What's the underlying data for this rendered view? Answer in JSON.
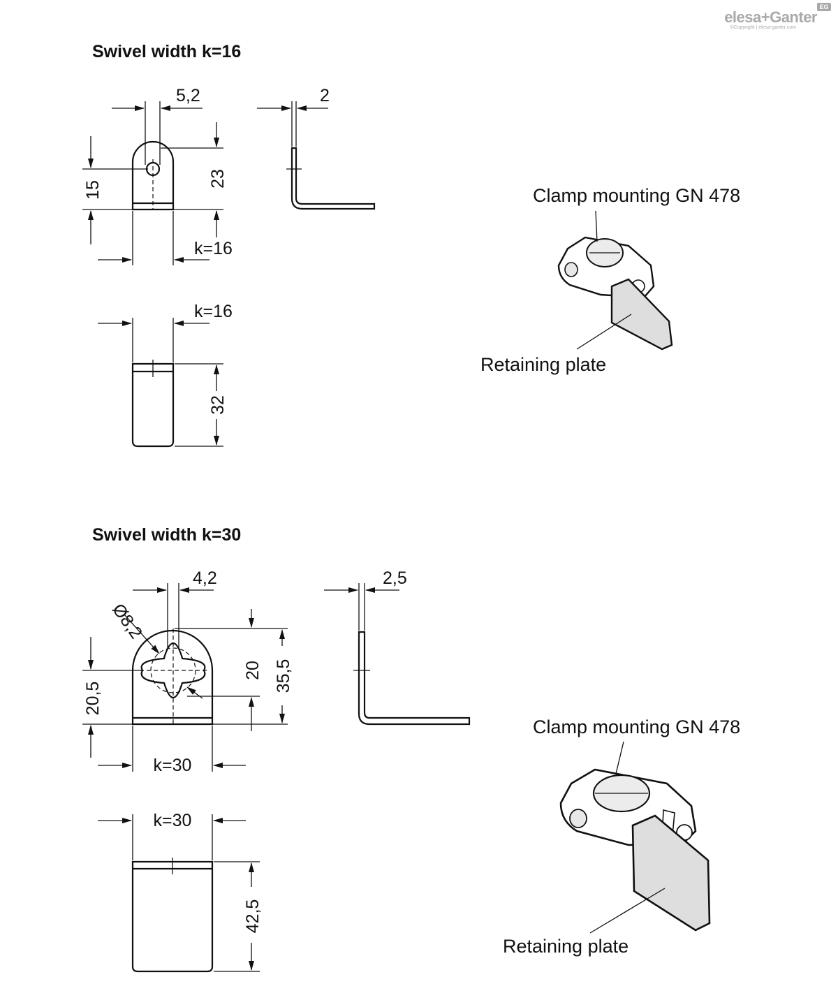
{
  "logo": {
    "brand": "elesa+Ganter",
    "copyright": "©Copyright | elesa-ganter.com",
    "badge": "EG"
  },
  "sections": [
    {
      "heading": "Swivel width k=16",
      "dims": {
        "hole_offset": "5,2",
        "thickness": "2",
        "height_center": "15",
        "height_top": "23",
        "width_front": "k=16",
        "width_bottom": "k=16",
        "length": "32"
      },
      "labels": {
        "clamp": "Clamp mounting GN 478",
        "plate": "Retaining plate"
      }
    },
    {
      "heading": "Swivel width k=30",
      "dims": {
        "hole_offset": "4,2",
        "hole_dia": "Ø8,2",
        "thickness": "2,5",
        "height_center": "20,5",
        "slot_height": "20",
        "height_top": "35,5",
        "width_front": "k=30",
        "width_bottom": "k=30",
        "length": "42,5"
      },
      "labels": {
        "clamp": "Clamp mounting GN 478",
        "plate": "Retaining plate"
      }
    }
  ]
}
